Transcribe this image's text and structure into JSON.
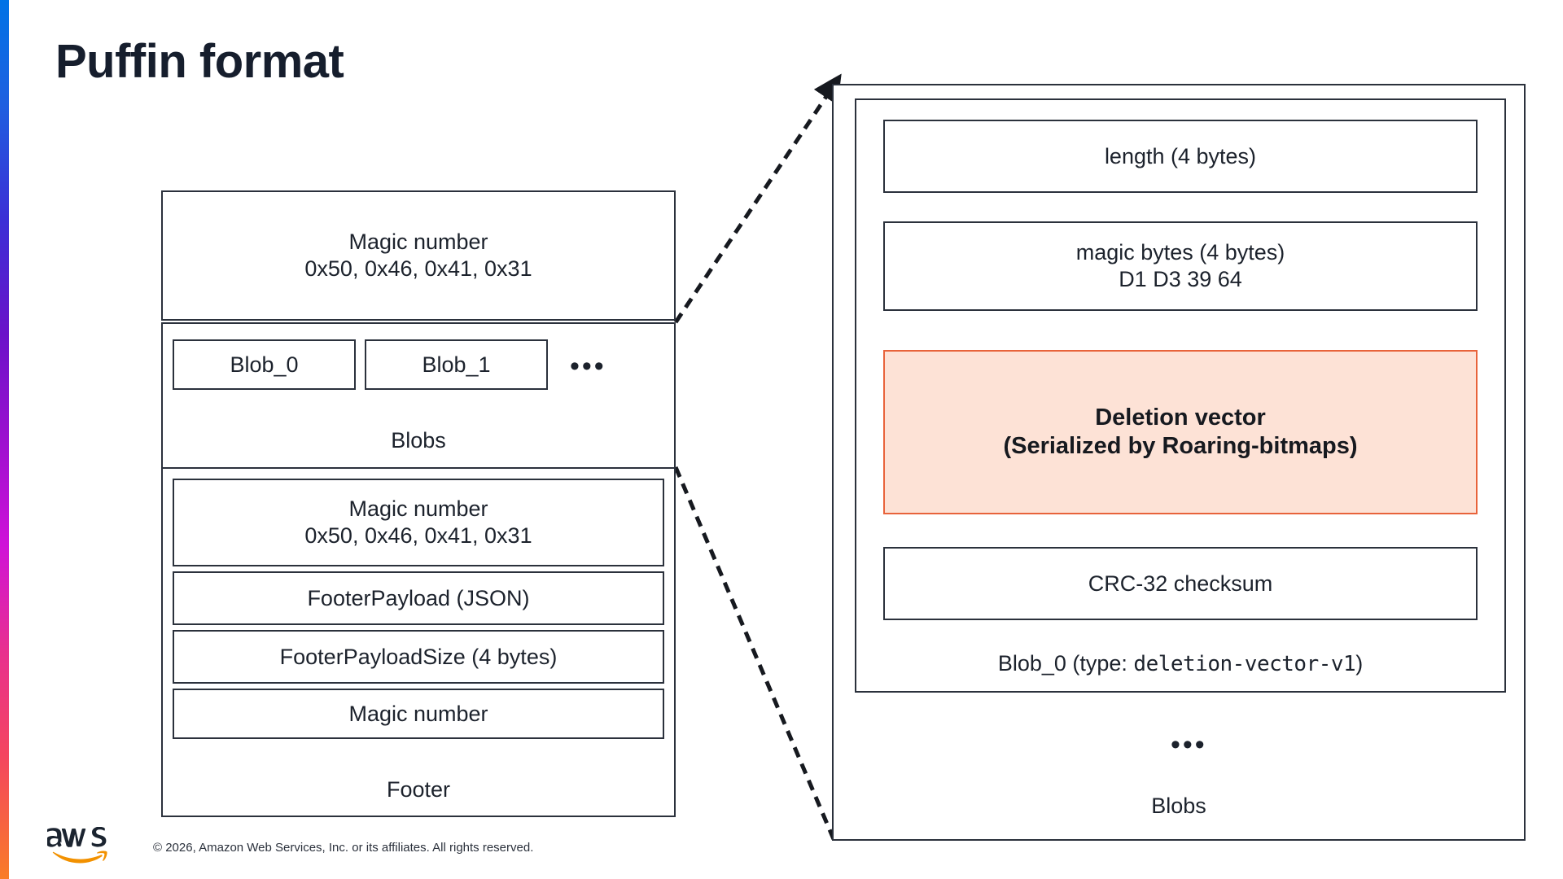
{
  "title": "Puffin format",
  "theme": {
    "accent_gradient_start": "#0073e6",
    "accent_gradient_mid": "#cf12d8",
    "accent_gradient_end": "#f97c28",
    "highlight_fill": "#fde2d6",
    "highlight_border": "#e8633b",
    "box_border": "#2b313c",
    "text": "#1c222c"
  },
  "left_diagram": {
    "magic_number": {
      "line1": "Magic number",
      "line2": "0x50, 0x46, 0x41, 0x31"
    },
    "blobs": {
      "items": [
        {
          "label": "Blob_0"
        },
        {
          "label": "Blob_1"
        }
      ],
      "ellipsis": "•••",
      "group_label": "Blobs"
    },
    "footer": {
      "rows": [
        {
          "line1": "Magic number",
          "line2": "0x50, 0x46, 0x41, 0x31"
        },
        {
          "line1": "FooterPayload (JSON)",
          "line2": ""
        },
        {
          "line1": "FooterPayloadSize (4 bytes)",
          "line2": ""
        },
        {
          "line1": "Magic number",
          "line2": ""
        }
      ],
      "group_label": "Footer"
    }
  },
  "right_diagram": {
    "blob_detail": {
      "length": {
        "line1": "length (4 bytes)",
        "line2": ""
      },
      "magic_bytes": {
        "line1": "magic bytes (4 bytes)",
        "line2": "D1 D3 39 64"
      },
      "deletion_vector": {
        "line1": "Deletion vector",
        "line2": "(Serialized by Roaring-bitmaps)"
      },
      "crc": {
        "line1": "CRC-32 checksum",
        "line2": ""
      },
      "blob_label_prefix": "Blob_0 (type: ",
      "blob_label_type": "deletion-vector-v1",
      "blob_label_suffix": ")"
    },
    "ellipsis": "•••",
    "group_label": "Blobs"
  },
  "branding": {
    "logo_alt": "aws",
    "logo_wordmark": "aws",
    "copyright": "© 2026, Amazon Web Services, Inc. or its affiliates. All rights reserved."
  }
}
